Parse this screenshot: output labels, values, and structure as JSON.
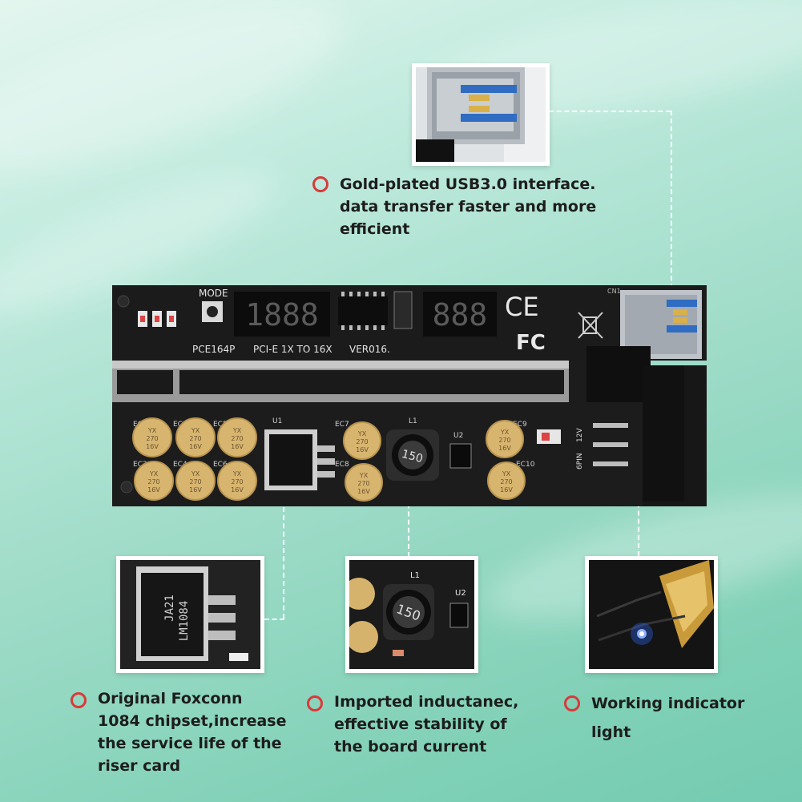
{
  "colors": {
    "accent_ring": "#d83a3a",
    "text": "#1d1d1d",
    "pcb": "#1a1a1a",
    "gold": "#d7b36a",
    "led_blue": "#2f6bff"
  },
  "features": {
    "usb": {
      "icon": "circle-outline-icon",
      "lines": [
        "Gold-plated USB3.0 interface.",
        "data transfer faster and more",
        "efficient"
      ]
    },
    "chipset": {
      "icon": "circle-outline-icon",
      "lines": [
        "Original Foxconn",
        "1084 chipset,increase",
        "the service life of the",
        "riser card"
      ]
    },
    "inductor": {
      "icon": "circle-outline-icon",
      "lines": [
        "Imported inductanec,",
        "effective stability of",
        "the board current"
      ]
    },
    "indicator": {
      "icon": "circle-outline-icon",
      "lines": [
        "Working indicator",
        "light"
      ]
    }
  },
  "board": {
    "mode_label": "MODE",
    "display_left": "1888",
    "display_right": "888",
    "model_label": "PCE164P",
    "pcie_label": "PCI-E 1X TO 16X",
    "version_label": "VER016.",
    "ce_mark": "CE",
    "fc_mark": "FC",
    "cn_label": "CN1",
    "power_label": "6PIN",
    "voltage_label": "12V",
    "capacitor_text": [
      "YX",
      "270",
      "16V"
    ],
    "inductor_value": "150",
    "l1_label": "L1",
    "u1_label": "U1",
    "u2_label": "U2",
    "ec_labels": [
      "EC1",
      "EC2",
      "EC3",
      "EC4",
      "EC5",
      "EC6",
      "EC7",
      "EC8",
      "EC9",
      "EC10"
    ]
  },
  "thumbnails": {
    "chip_marking": [
      "JA21",
      "LM1084"
    ],
    "inductor_value": "150",
    "l1_label": "L1",
    "u2_label": "U2"
  }
}
